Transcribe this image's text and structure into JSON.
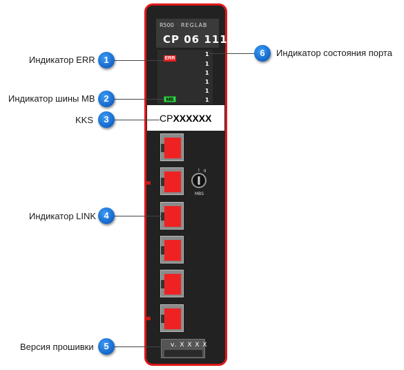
{
  "callouts": [
    {
      "num": "1",
      "label": "Индикатор ERR"
    },
    {
      "num": "2",
      "label": "Индикатор шины MB"
    },
    {
      "num": "3",
      "label": "KKS"
    },
    {
      "num": "4",
      "label": "Индикатор LINK"
    },
    {
      "num": "5",
      "label": "Версия прошивки"
    },
    {
      "num": "6",
      "label": "Индикатор состояния порта"
    }
  ],
  "device": {
    "series": "R500",
    "brand": "REGLAB",
    "model": "CP 06 111",
    "err_led": "ERR",
    "mb_led": "MB",
    "port_leds": [
      "1",
      "1",
      "1",
      "1",
      "1",
      "1"
    ],
    "kks_prefix": "CP",
    "kks_suffix": "XXXXXX",
    "switch_left": "I",
    "switch_right": "II",
    "switch_label": "MBS",
    "firmware": "v. X X X X"
  }
}
